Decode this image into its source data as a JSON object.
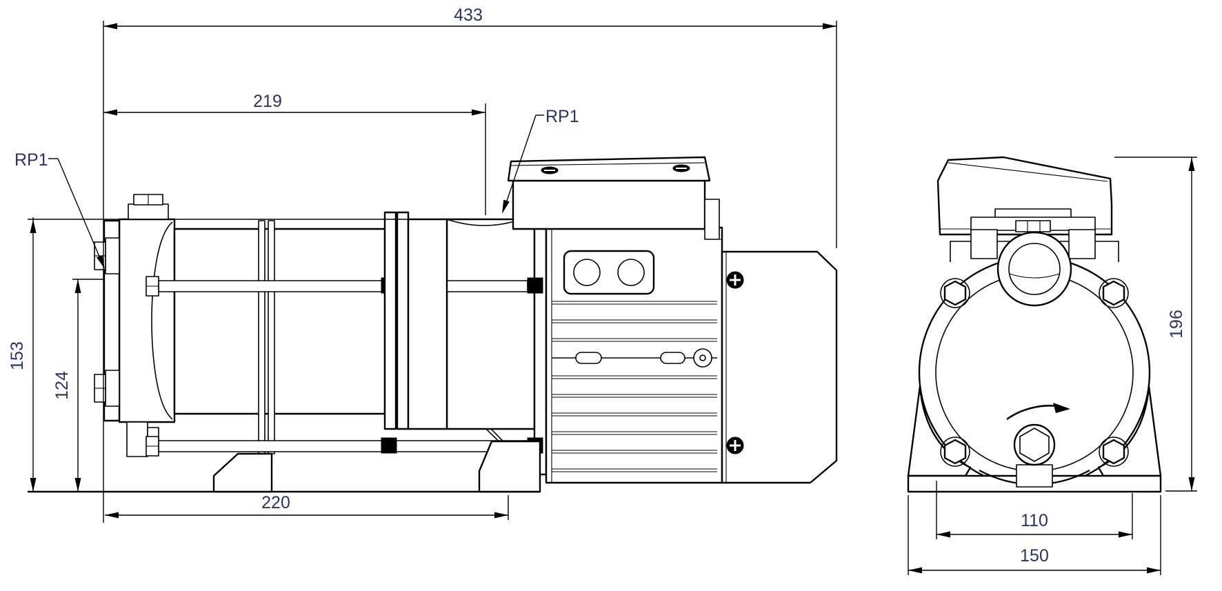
{
  "colors": {
    "line": "#000000",
    "dimension_text": "#2c3463",
    "background": "#ffffff"
  },
  "side_view": {
    "port_label_left": "RP1",
    "port_label_top": "RP1",
    "dim_overall_length": "433",
    "dim_port_distance": "219",
    "dim_foot_length": "220",
    "dim_height_overall": "153",
    "dim_height_inlet": "124"
  },
  "end_view": {
    "dim_height_overall": "196",
    "dim_foot_spacing": "110",
    "dim_base_width": "150"
  }
}
